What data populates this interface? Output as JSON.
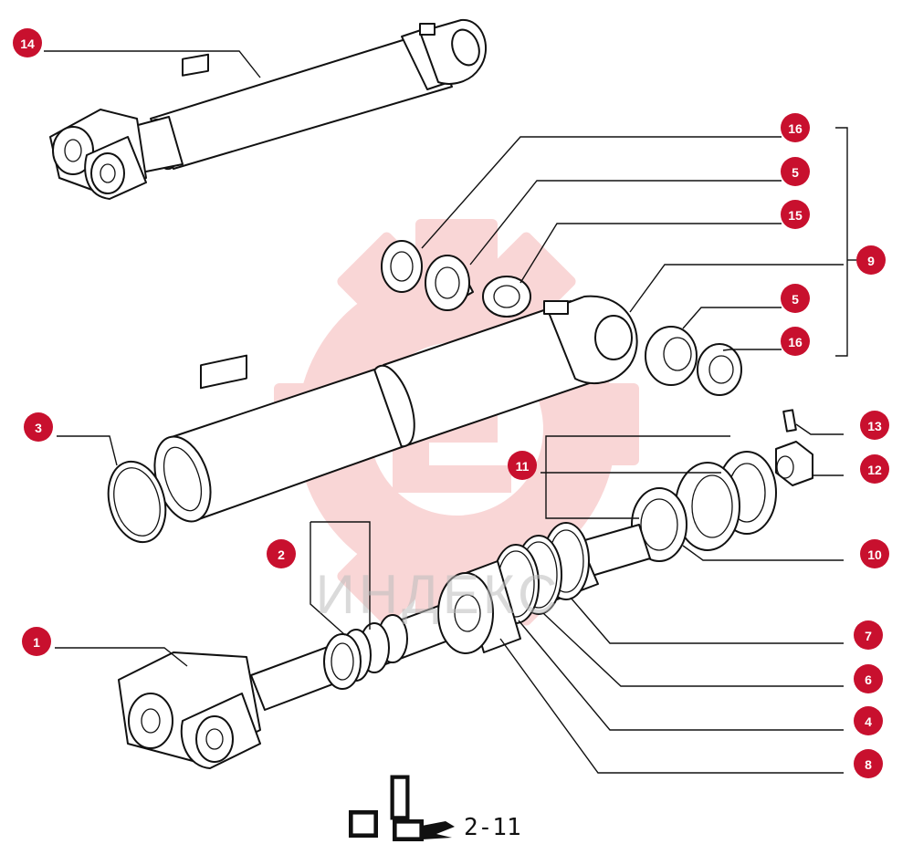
{
  "diagram": {
    "badge_color": "#c8102e",
    "watermark_color": "#f7c9c9",
    "page_code": "2-11",
    "watermark_text": "ИНДЕКС",
    "callouts": [
      {
        "id": "c14",
        "label": "14"
      },
      {
        "id": "c16a",
        "label": "16"
      },
      {
        "id": "c5a",
        "label": "5"
      },
      {
        "id": "c15",
        "label": "15"
      },
      {
        "id": "c9",
        "label": "9"
      },
      {
        "id": "c5b",
        "label": "5"
      },
      {
        "id": "c16b",
        "label": "16"
      },
      {
        "id": "c3",
        "label": "3"
      },
      {
        "id": "c13",
        "label": "13"
      },
      {
        "id": "c11",
        "label": "11"
      },
      {
        "id": "c12",
        "label": "12"
      },
      {
        "id": "c2",
        "label": "2"
      },
      {
        "id": "c10",
        "label": "10"
      },
      {
        "id": "c1",
        "label": "1"
      },
      {
        "id": "c7",
        "label": "7"
      },
      {
        "id": "c6",
        "label": "6"
      },
      {
        "id": "c4",
        "label": "4"
      },
      {
        "id": "c8",
        "label": "8"
      }
    ]
  }
}
